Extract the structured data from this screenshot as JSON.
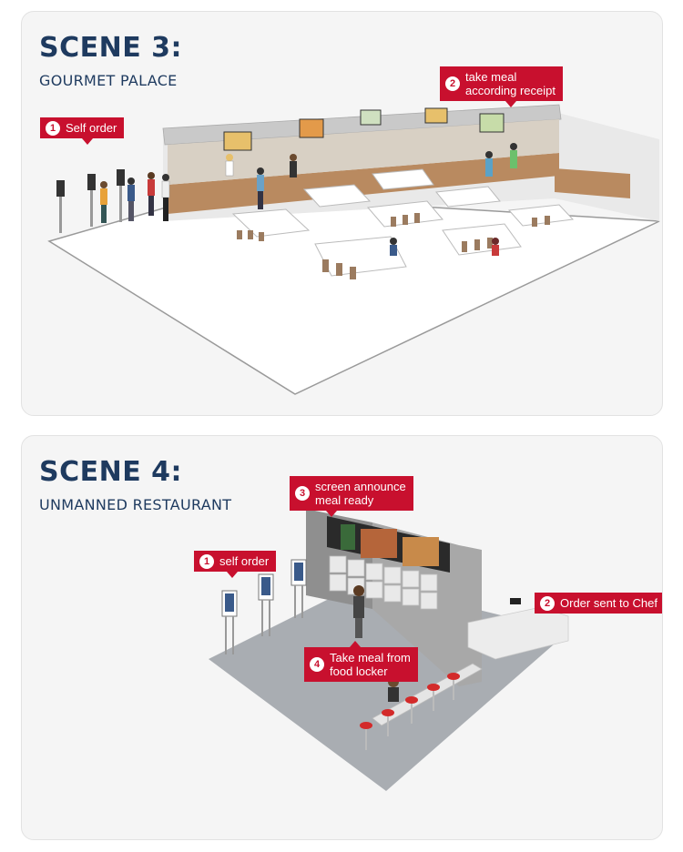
{
  "scene3": {
    "title": "SCENE 3:",
    "subtitle": "GOURMET PALACE",
    "callouts": [
      {
        "num": "1",
        "lines": [
          "Self order"
        ]
      },
      {
        "num": "2",
        "lines": [
          "take meal",
          "according receipt"
        ]
      }
    ]
  },
  "scene4": {
    "title": "SCENE 4:",
    "subtitle": "UNMANNED RESTAURANT",
    "callouts": [
      {
        "num": "1",
        "lines": [
          "self order"
        ]
      },
      {
        "num": "2",
        "lines": [
          "Order sent to Chef"
        ]
      },
      {
        "num": "3",
        "lines": [
          "screen announce",
          "meal ready"
        ]
      },
      {
        "num": "4",
        "lines": [
          "Take meal from",
          "food locker"
        ]
      }
    ]
  },
  "colors": {
    "title": "#1e3a5f",
    "callout": "#c8102e",
    "card_bg": "#f5f5f5"
  }
}
